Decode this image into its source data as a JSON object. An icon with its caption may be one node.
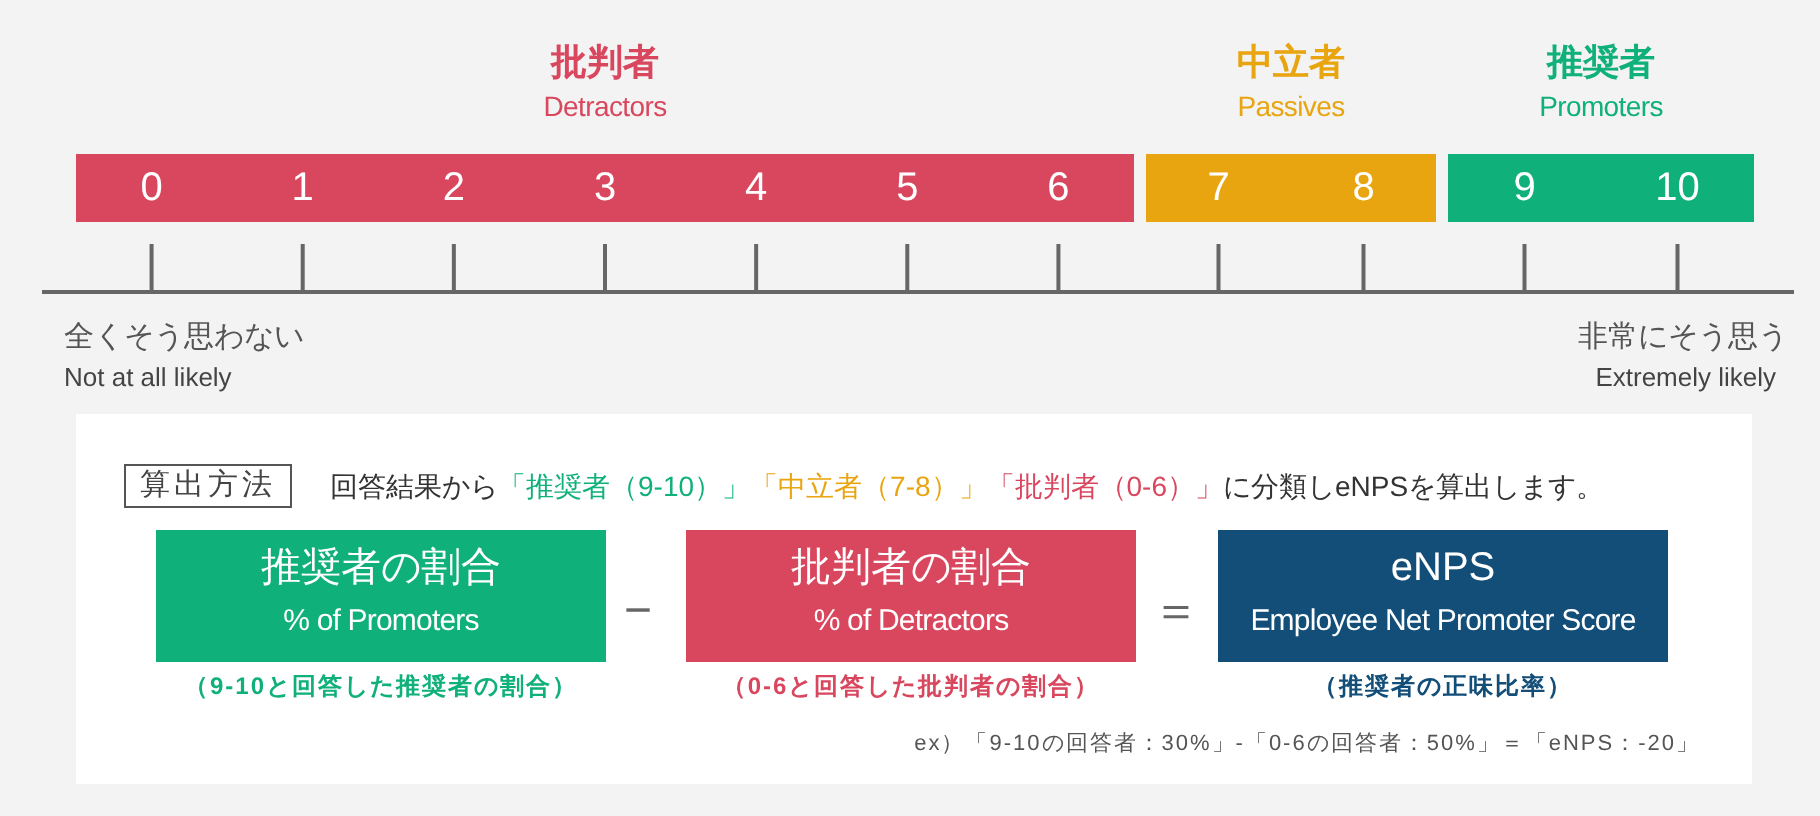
{
  "diagram": {
    "nodes": [
      {
        "text": [
          "批判者",
          "Detractors",
          "0",
          "1",
          "2",
          "3",
          "4",
          "5",
          "6"
        ]
      },
      {
        "text": [
          "中立者",
          "Passives",
          "7",
          "8"
        ]
      },
      {
        "text": [
          "推奨者",
          "Promoters",
          "9",
          "10"
        ]
      },
      {
        "text": [
          "回答結果から「推奨者（9-10）」「中立者（7-8）」「批判者（0-6）」に分類しeNPSを算出します。",
          "−",
          "＝",
          "ex）「9-10の回答者：30%」-「0-6の回答者：50%」＝「eNPS：-20」"
        ]
      },
      {
        "text": [
          "算出方法"
        ],
        "in": 3
      },
      {
        "text": [
          "推奨者の割合",
          "% of Promoters"
        ],
        "beside": [
          "（9-10と回答した推奨者の割合）"
        ],
        "in": 3
      },
      {
        "text": [
          "批判者の割合",
          "% of Detractors"
        ],
        "beside": [
          "（0-6と回答した批判者の割合）"
        ],
        "in": 3
      },
      {
        "text": [
          "eNPS",
          "Employee Net Promoter Score"
        ],
        "beside": [
          "（推奨者の正味比率）"
        ],
        "in": 3
      }
    ],
    "labels": [
      "全くそう思わない",
      "Not at all likely",
      "非常にそう思う",
      "Extremely likely"
    ]
  }
}
